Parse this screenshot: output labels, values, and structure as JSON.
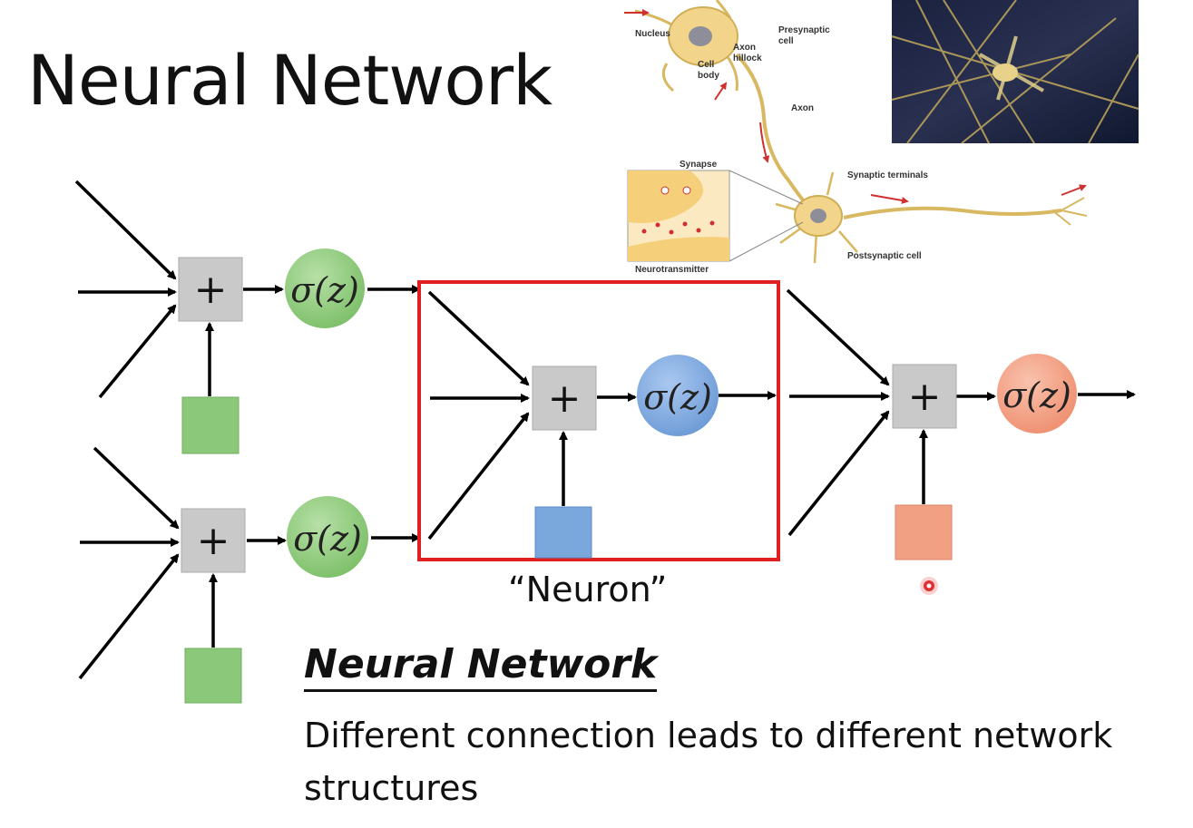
{
  "slide": {
    "title": "Neural Network",
    "neuron_label": "“Neuron”",
    "subtitle": "Neural Network",
    "description": "Different connection leads to different network structures"
  },
  "diagram": {
    "sum_symbol": "+",
    "activation_symbol": "σ(z)",
    "colors": {
      "green": "#8cc87a",
      "blue": "#7aa7dc",
      "orange": "#f2a084",
      "sum_box": "#c8c8c8",
      "highlight": "#e02020"
    }
  },
  "anatomy": {
    "labels": {
      "nucleus": "Nucleus",
      "cell_body": "Cell body",
      "axon_hillock": "Axon hillock",
      "presynaptic": "Presynaptic cell",
      "axon": "Axon",
      "synapse": "Synapse",
      "synaptic_terminals": "Synaptic terminals",
      "postsynaptic": "Postsynaptic cell",
      "neurotransmitter": "Neurotransmitter"
    }
  }
}
